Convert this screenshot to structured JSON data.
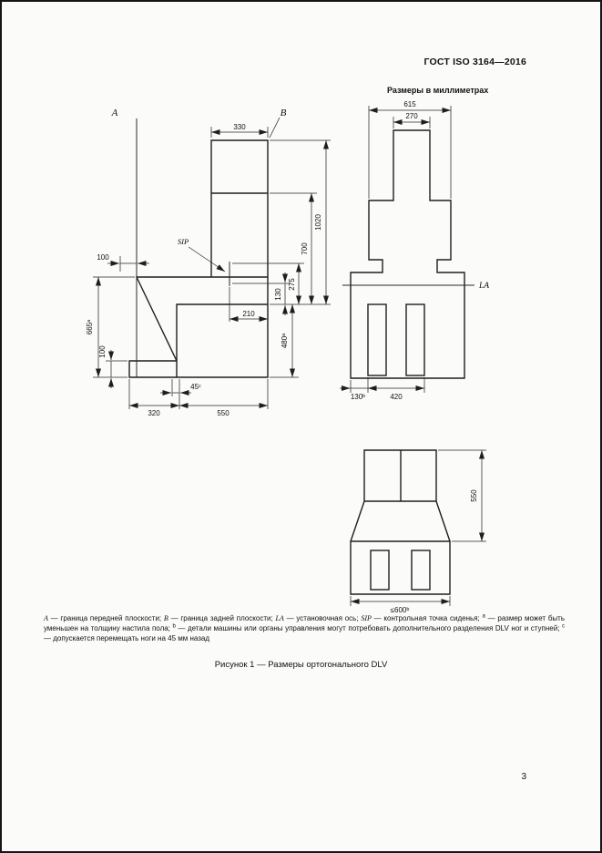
{
  "header": {
    "title": "ГОСТ ISO 3164—2016"
  },
  "note_units": "Размеры в миллиметрах",
  "caption": "Рисунок 1 — Размеры ортогонального DLV",
  "page_number": "3",
  "views": {
    "side": {
      "plane_front_label": "A",
      "plane_rear_label": "B",
      "sip_label": "SIP",
      "dim_torso_depth": "330",
      "dim_height_total": "1020",
      "dim_height_shoulder": "700",
      "dim_height_sip": "275",
      "dim_height_seat": "130",
      "dim_sip_to_rear": "210",
      "dim_front_clearance": "100",
      "dim_seat_height": "665ᵃ",
      "dim_foot_height": "100",
      "dim_foot_length": "320",
      "dim_leg_length": "550",
      "dim_heel_shift": "45ᶜ",
      "dim_knee_height": "480ᵃ"
    },
    "front": {
      "dim_width_overall": "615",
      "dim_width_torso": "270",
      "axis_label": "LA",
      "dim_foot_offset": "130ᵇ",
      "dim_legs_span": "420"
    },
    "plan": {
      "dim_length": "550",
      "dim_feet_span": "≤600ᵇ"
    }
  },
  "footnote": {
    "segments": [
      {
        "t": "A"
      },
      {
        "t": " — граница передней плоскости; "
      },
      {
        "t": "B"
      },
      {
        "t": " — граница задней плоскости; "
      },
      {
        "t": "LA"
      },
      {
        "t": " — установочная ось; "
      },
      {
        "t": "SIP"
      },
      {
        "t": " — контрольная точка сиденья; "
      },
      {
        "t": "a"
      },
      {
        "t": " — размер может быть уменьшен на толщину настила пола; "
      },
      {
        "t": "b"
      },
      {
        "t": " — детали машины или органы управления могут потребовать дополнительного разделения DLV ног и ступней; "
      },
      {
        "t": "c"
      },
      {
        "t": " — допускается перемещать ноги на 45 мм назад"
      }
    ]
  }
}
